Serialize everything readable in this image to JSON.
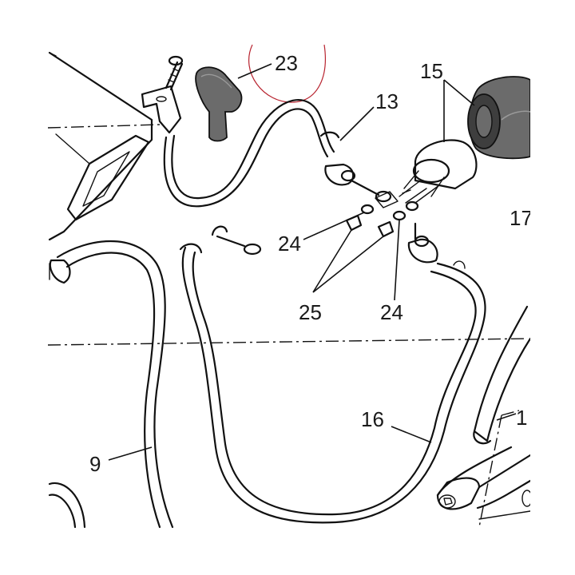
{
  "callouts": [
    {
      "id": "c23",
      "text": "23"
    },
    {
      "id": "c15",
      "text": "15"
    },
    {
      "id": "c13",
      "text": "13"
    },
    {
      "id": "c17",
      "text": "17"
    },
    {
      "id": "c24a",
      "text": "24"
    },
    {
      "id": "c25",
      "text": "25"
    },
    {
      "id": "c24b",
      "text": "24"
    },
    {
      "id": "c16",
      "text": "16"
    },
    {
      "id": "c9",
      "text": "9"
    },
    {
      "id": "c1",
      "text": "1"
    }
  ],
  "colors": {
    "line": "#111111",
    "part_fill": "#6b6b6b",
    "part_dark": "#3e3e3e",
    "highlight_circle": "#b8232f"
  }
}
